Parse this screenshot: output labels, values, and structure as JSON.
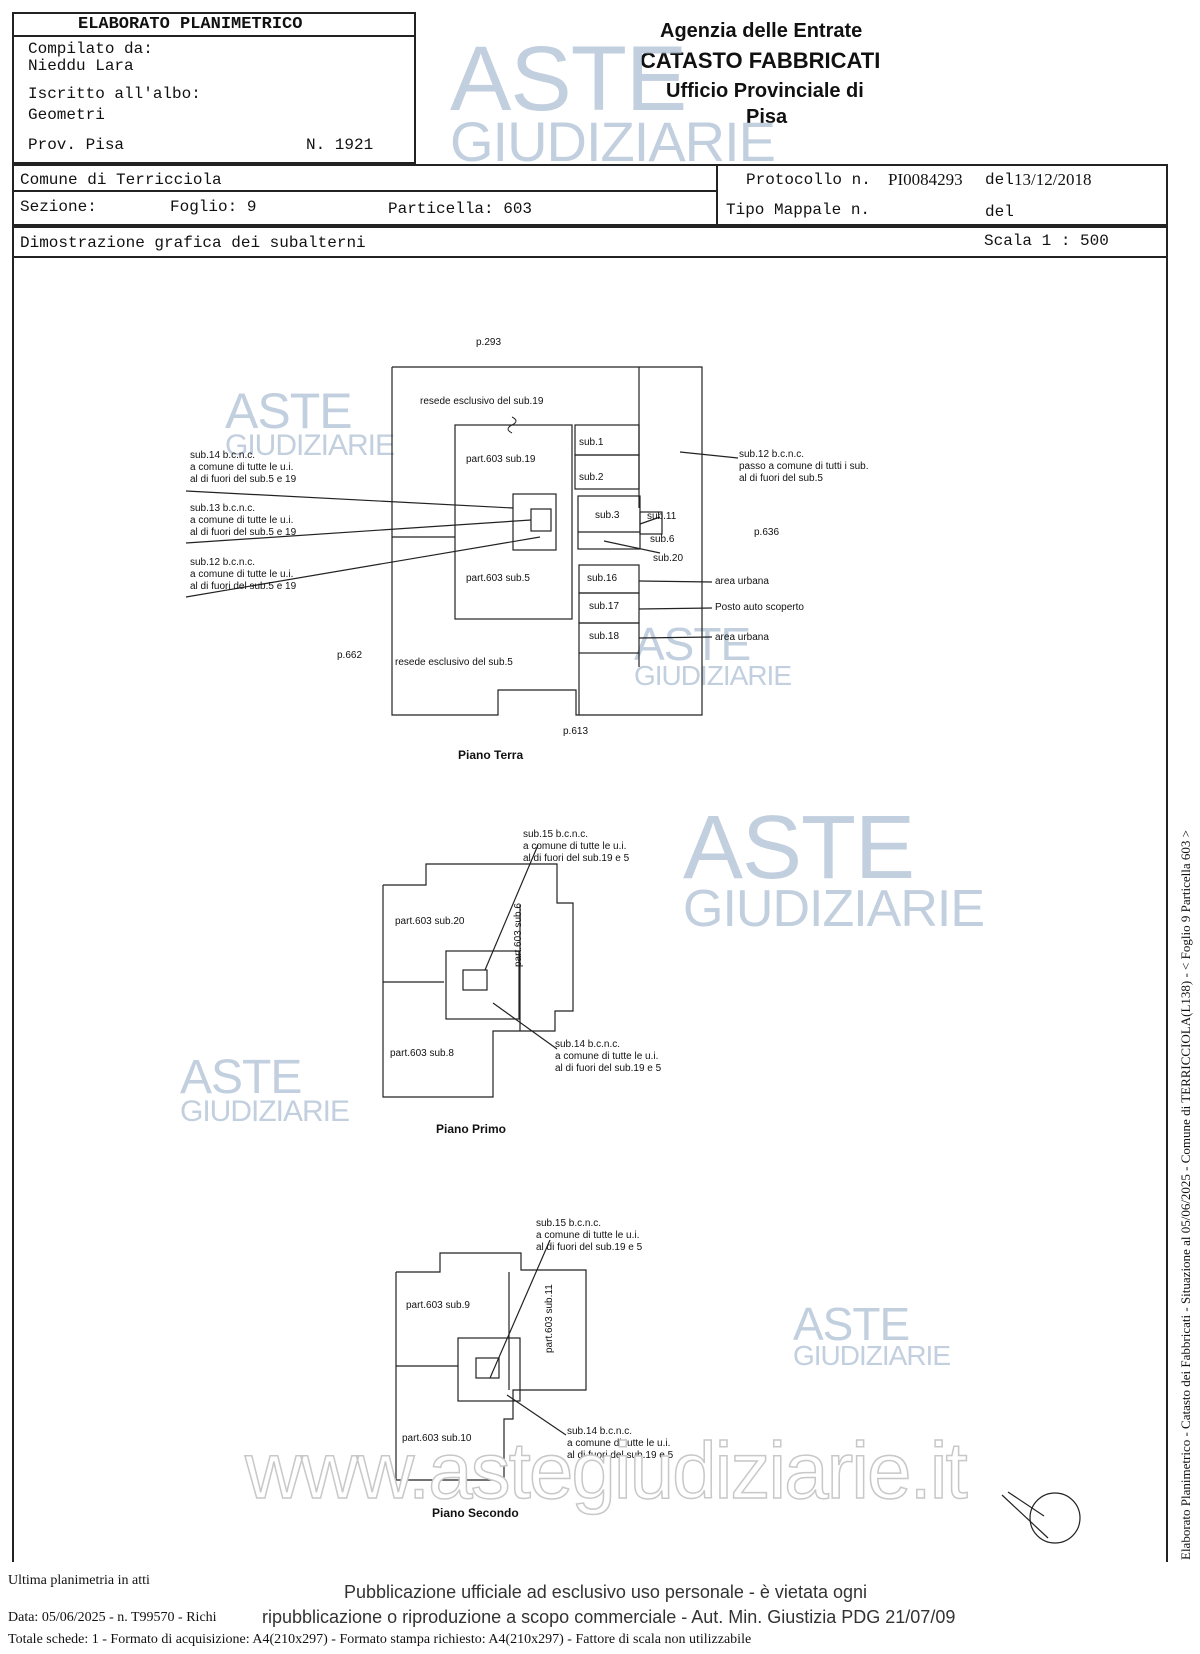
{
  "header": {
    "title": "ELABORATO PLANIMETRICO",
    "compilato_label": "Compilato da:",
    "compilato_name": "Nieddu Lara",
    "iscritto_label": "Iscritto all'albo:",
    "iscritto_value": "Geometri",
    "prov": "Prov. Pisa",
    "numero": "N. 1921"
  },
  "agency": {
    "line1": "Agenzia delle Entrate",
    "line2": "CATASTO FABBRICATI",
    "line3": "Ufficio Provinciale di",
    "line4": "Pisa"
  },
  "info": {
    "comune": "Comune di Terricciola",
    "sezione": "Sezione:",
    "foglio": "Foglio: 9",
    "particella": "Particella: 603",
    "protocollo_label": "Protocollo n.",
    "protocollo_value": "PI0084293",
    "protocollo_del": "del",
    "protocollo_date": "13/12/2018",
    "tipo_mappale": "Tipo Mappale n.",
    "tipo_del": "del",
    "dimostrazione": "Dimostrazione grafica dei subalterni",
    "scala": "Scala 1 : 500"
  },
  "watermark": {
    "aste": "ASTE",
    "giudiziarie": "GIUDIZIARIE",
    "url": "www.astegiudiziarie.it"
  },
  "plan_terra": {
    "title": "Piano Terra",
    "p293": "p.293",
    "resede19": "resede esclusivo del sub.19",
    "sub1": "sub.1",
    "sub2": "sub.2",
    "sub3": "sub.3",
    "sub6": "sub.6",
    "sub11": "sub.11",
    "sub20": "sub.20",
    "sub16": "sub.16",
    "sub17": "sub.17",
    "sub18": "sub.18",
    "part19": "part.603 sub.19",
    "part5": "part.603 sub.5",
    "sub14_l1": "sub.14 b.c.n.c.",
    "sub14_l2": "a comune di tutte le u.i.",
    "sub14_l3": "al di fuori del sub.5 e 19",
    "sub13_l1": "sub.13 b.c.n.c.",
    "sub13_l2": "a comune di tutte le u.i.",
    "sub13_l3": "al di fuori del sub.5 e 19",
    "sub12a_l1": "sub.12 b.c.n.c.",
    "sub12a_l2": "a comune di tutte le u.i.",
    "sub12a_l3": "al di fuori del sub.5 e 19",
    "sub12b_l1": "sub.12 b.c.n.c.",
    "sub12b_l2": "passo a comune di tutti i sub.",
    "sub12b_l3": "al di fuori del sub.5",
    "p636": "p.636",
    "area1": "area urbana",
    "posto": "Posto auto scoperto",
    "area2": "area urbana",
    "p662": "p.662",
    "resede5": "resede esclusivo del sub.5",
    "p613": "p.613"
  },
  "plan_primo": {
    "title": "Piano Primo",
    "sub15_l1": "sub.15 b.c.n.c.",
    "sub15_l2": "a comune di tutte le u.i.",
    "sub15_l3": "al di fuori del sub.19 e 5",
    "sub20": "part.603 sub.20",
    "sub6": "part.603 sub.6",
    "sub8": "part.603 sub.8",
    "sub14_l1": "sub.14 b.c.n.c.",
    "sub14_l2": "a comune di tutte le u.i.",
    "sub14_l3": "al di fuori del sub.19 e 5"
  },
  "plan_secondo": {
    "title": "Piano Secondo",
    "sub15_l1": "sub.15 b.c.n.c.",
    "sub15_l2": "a comune di tutte le u.i.",
    "sub15_l3": "al di fuori del sub.19 e 5",
    "sub9": "part.603 sub.9",
    "sub11": "part.603 sub.11",
    "sub10": "part.603 sub.10",
    "sub14_l1": "sub.14 b.c.n.c.",
    "sub14_l2": "a comune di tutte le u.i.",
    "sub14_l3": "al di fuori del sub.19 e 5"
  },
  "side_text": "Elaborato Planimetrico - Catasto dei Fabbricati - Situazione al 05/06/2025 - Comune di TERRICCIOLA(L138) - < Foglio 9 Particella 603 >",
  "footer": {
    "ultima": "Ultima planimetria in atti",
    "data_line_a": "Data: 05/06/2025 - n. T99570 - Richi",
    "data_line_b": "ripubblicazione o riproduzione a scopo commerciale - Aut. Min. Giustizia PDG 21/07/09",
    "totale": "Totale schede: 1 - Formato di acquisizione: A4(210x297)  - Formato stampa richiesto: A4(210x297) - Fattore di scala non utilizzabile",
    "pub_line1": "Pubblicazione ufficiale ad esclusivo uso personale - è vietata ogni"
  }
}
